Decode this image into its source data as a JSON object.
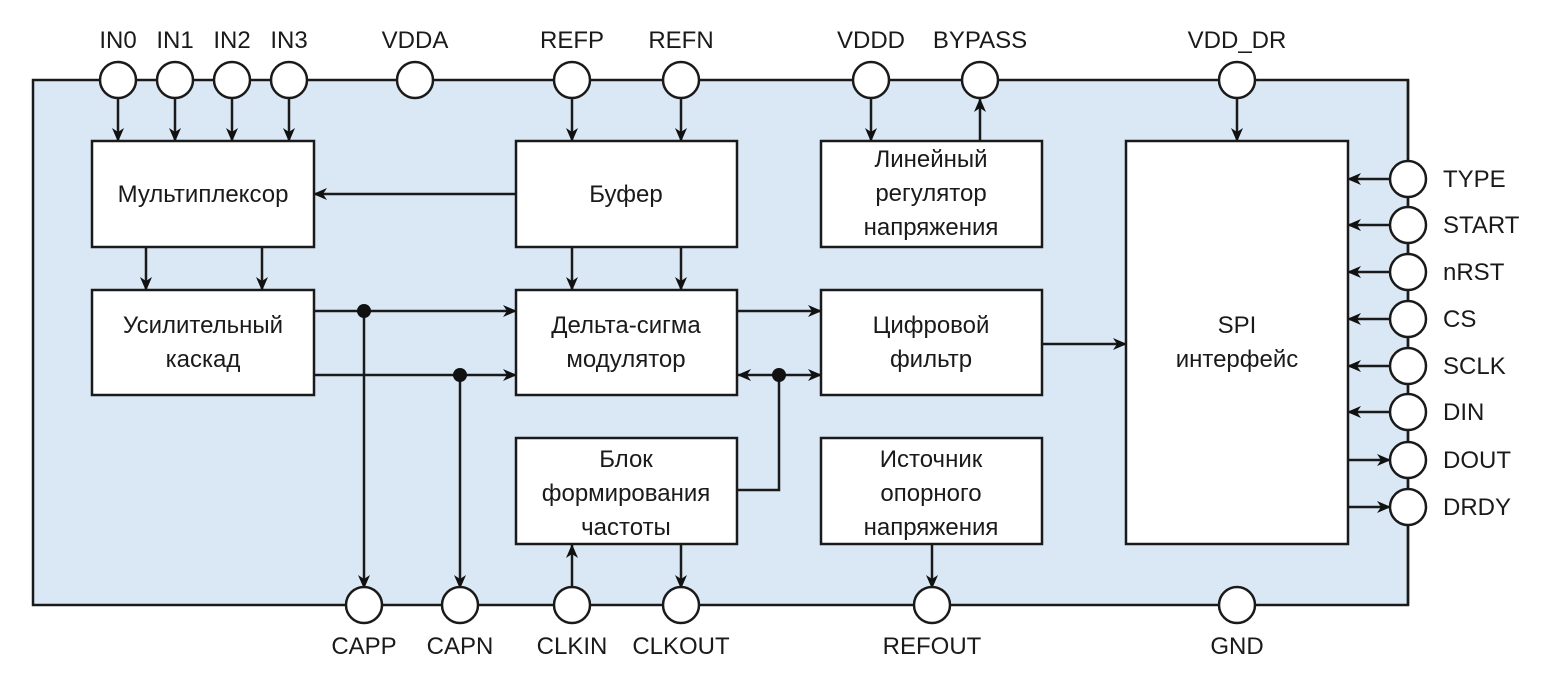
{
  "colors": {
    "chip_fill": "#d9e8f4",
    "line": "#1a1a1a",
    "block_fill": "#ffffff"
  },
  "pins": {
    "top": [
      "IN0",
      "IN1",
      "IN2",
      "IN3",
      "VDDA",
      "REFP",
      "REFN",
      "VDDD",
      "BYPASS",
      "VDD_DR"
    ],
    "right": [
      "TYPE",
      "START",
      "nRST",
      "CS",
      "SCLK",
      "DIN",
      "DOUT",
      "DRDY"
    ],
    "bottom": [
      "CAPP",
      "CAPN",
      "CLKIN",
      "CLKOUT",
      "REFOUT",
      "GND"
    ]
  },
  "blocks": {
    "mux": [
      "Мультиплексор"
    ],
    "buffer": [
      "Буфер"
    ],
    "ldo": [
      "Линейный",
      "регулятор",
      "напряжения"
    ],
    "amp": [
      "Усилительный",
      "каскад"
    ],
    "modulator": [
      "Дельта-сигма",
      "модулятор"
    ],
    "filter": [
      "Цифровой",
      "фильтр"
    ],
    "spi": [
      "SPI",
      "интерфейс"
    ],
    "clock": [
      "Блок",
      "формирования",
      "частоты"
    ],
    "vref": [
      "Источник",
      "опорного",
      "напряжения"
    ]
  }
}
